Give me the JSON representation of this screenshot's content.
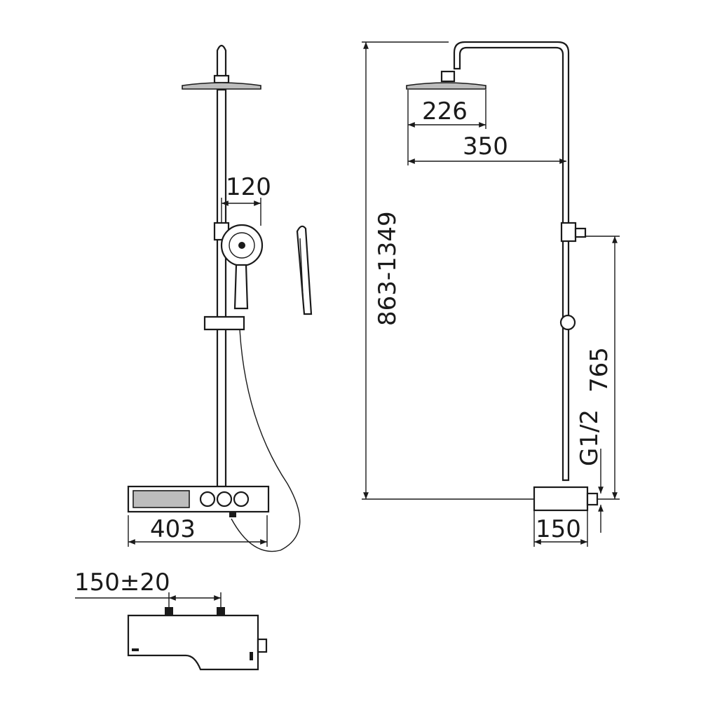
{
  "title": "Shower system dimension drawing",
  "dimensions": {
    "hand_shower_width": "120",
    "head_diameter": "226",
    "head_projection": "350",
    "height_range": "863-1349",
    "bracket_height": "765",
    "connection": "G1/2",
    "shelf_width": "403",
    "mixer_depth": "150",
    "inlet_spacing": "150±20"
  },
  "colors": {
    "line": "#1a1a1a",
    "background": "#ffffff"
  }
}
